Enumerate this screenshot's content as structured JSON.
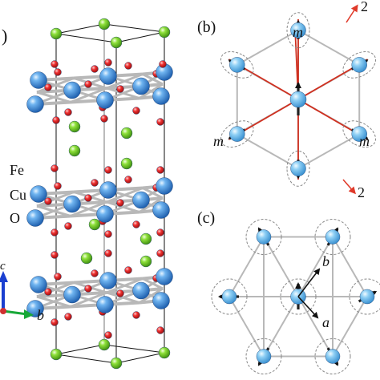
{
  "panels": {
    "a": {
      "label": ")",
      "legend": [
        "Fe",
        "Cu",
        "O"
      ],
      "axes": {
        "c": "c",
        "b": "b"
      }
    },
    "b": {
      "label": "(b)",
      "mirror": "m",
      "twofold": "2"
    },
    "c": {
      "label": "(c)",
      "axes": {
        "a": "a",
        "b": "b"
      }
    }
  },
  "colors": {
    "fe": "#3a86d8",
    "cu": "#7ed321",
    "o": "#e02020",
    "bond": "#b8b8b8",
    "mirror_line": "#d03020",
    "cell_edge": "#111111",
    "axis_c": "#1a3fd0",
    "axis_b": "#18a838",
    "twofold_arrow": "#e03a2a"
  }
}
